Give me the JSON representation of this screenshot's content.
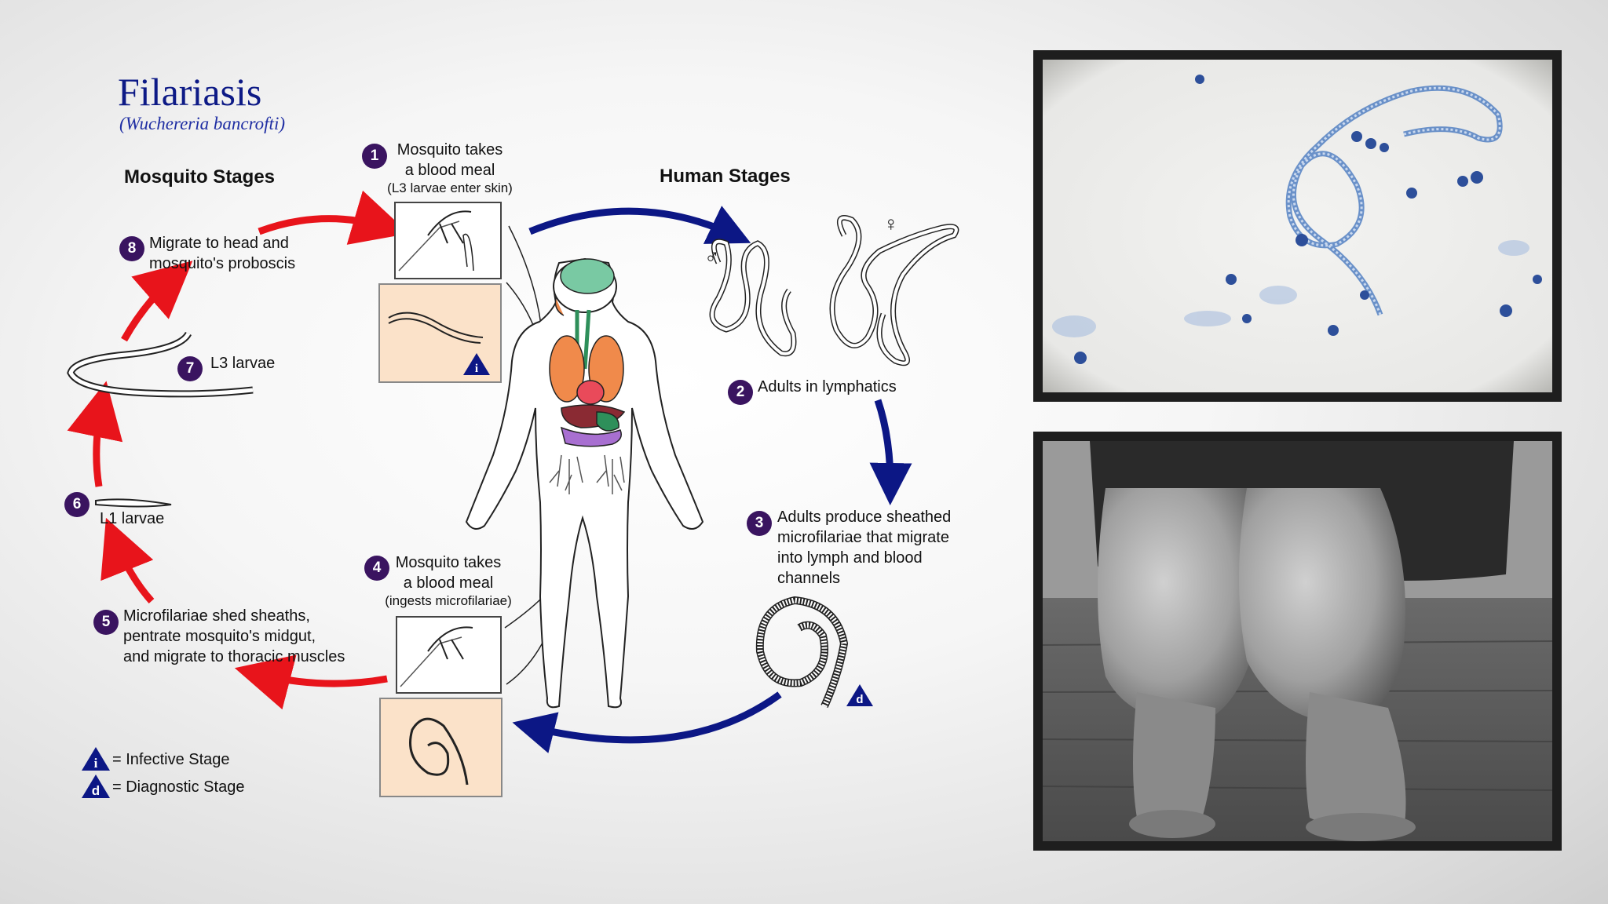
{
  "title": "Filariasis",
  "subtitle": "(Wuchereria bancrofti)",
  "sections": {
    "mosquito": "Mosquito Stages",
    "human": "Human Stages"
  },
  "steps": {
    "s1": {
      "num": "1",
      "line1": "Mosquito takes",
      "line2": "a blood meal",
      "line3": "(L3 larvae enter skin)"
    },
    "s2": {
      "num": "2",
      "text": "Adults in lymphatics"
    },
    "s3": {
      "num": "3",
      "line1": "Adults produce sheathed",
      "line2": "microfilariae that migrate",
      "line3": "into lymph and blood",
      "line4": "channels"
    },
    "s4": {
      "num": "4",
      "line1": "Mosquito takes",
      "line2": "a blood meal",
      "line3": "(ingests microfilariae)"
    },
    "s5": {
      "num": "5",
      "line1": "Microfilariae shed sheaths,",
      "line2": "pentrate mosquito's midgut,",
      "line3": "and migrate to thoracic muscles"
    },
    "s6": {
      "num": "6",
      "text": "L1 larvae"
    },
    "s7": {
      "num": "7",
      "text": "L3 larvae"
    },
    "s8": {
      "num": "8",
      "line1": "Migrate to head and",
      "line2": "mosquito's proboscis"
    }
  },
  "legend": {
    "infective_letter": "i",
    "infective_text": "= Infective Stage",
    "diagnostic_letter": "d",
    "diagnostic_text": "= Diagnostic Stage"
  },
  "symbols": {
    "male": "♂",
    "female": "♀"
  },
  "colors": {
    "title": "#0d1a86",
    "mosquito_arrow": "#e8141b",
    "human_arrow": "#0c1785",
    "badge": "#3a1460",
    "inset_bg": "#fbe2c9"
  }
}
